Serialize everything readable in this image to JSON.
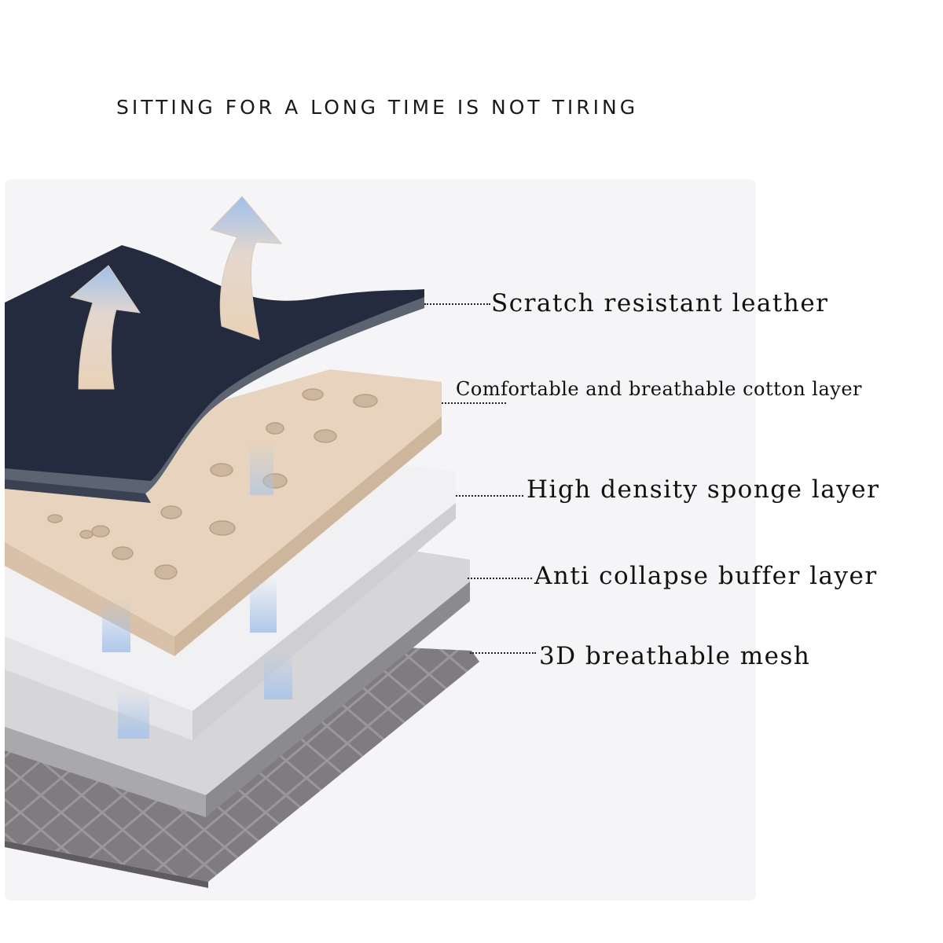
{
  "headline": "SITTING FOR A LONG TIME IS NOT TIRING",
  "layers": [
    {
      "label": "Scratch resistant leather"
    },
    {
      "label": "Comfortable and breathable cotton layer"
    },
    {
      "label": "High density sponge layer"
    },
    {
      "label": "Anti collapse buffer layer"
    },
    {
      "label": "3D breathable mesh"
    }
  ],
  "colors": {
    "leather": "#232a3d",
    "cotton": "#e6d1bb",
    "sponge": "#f3f3f5",
    "buffer": "#dcdcde",
    "mesh": "#7d797c",
    "airflow": "#a8c4ea"
  }
}
